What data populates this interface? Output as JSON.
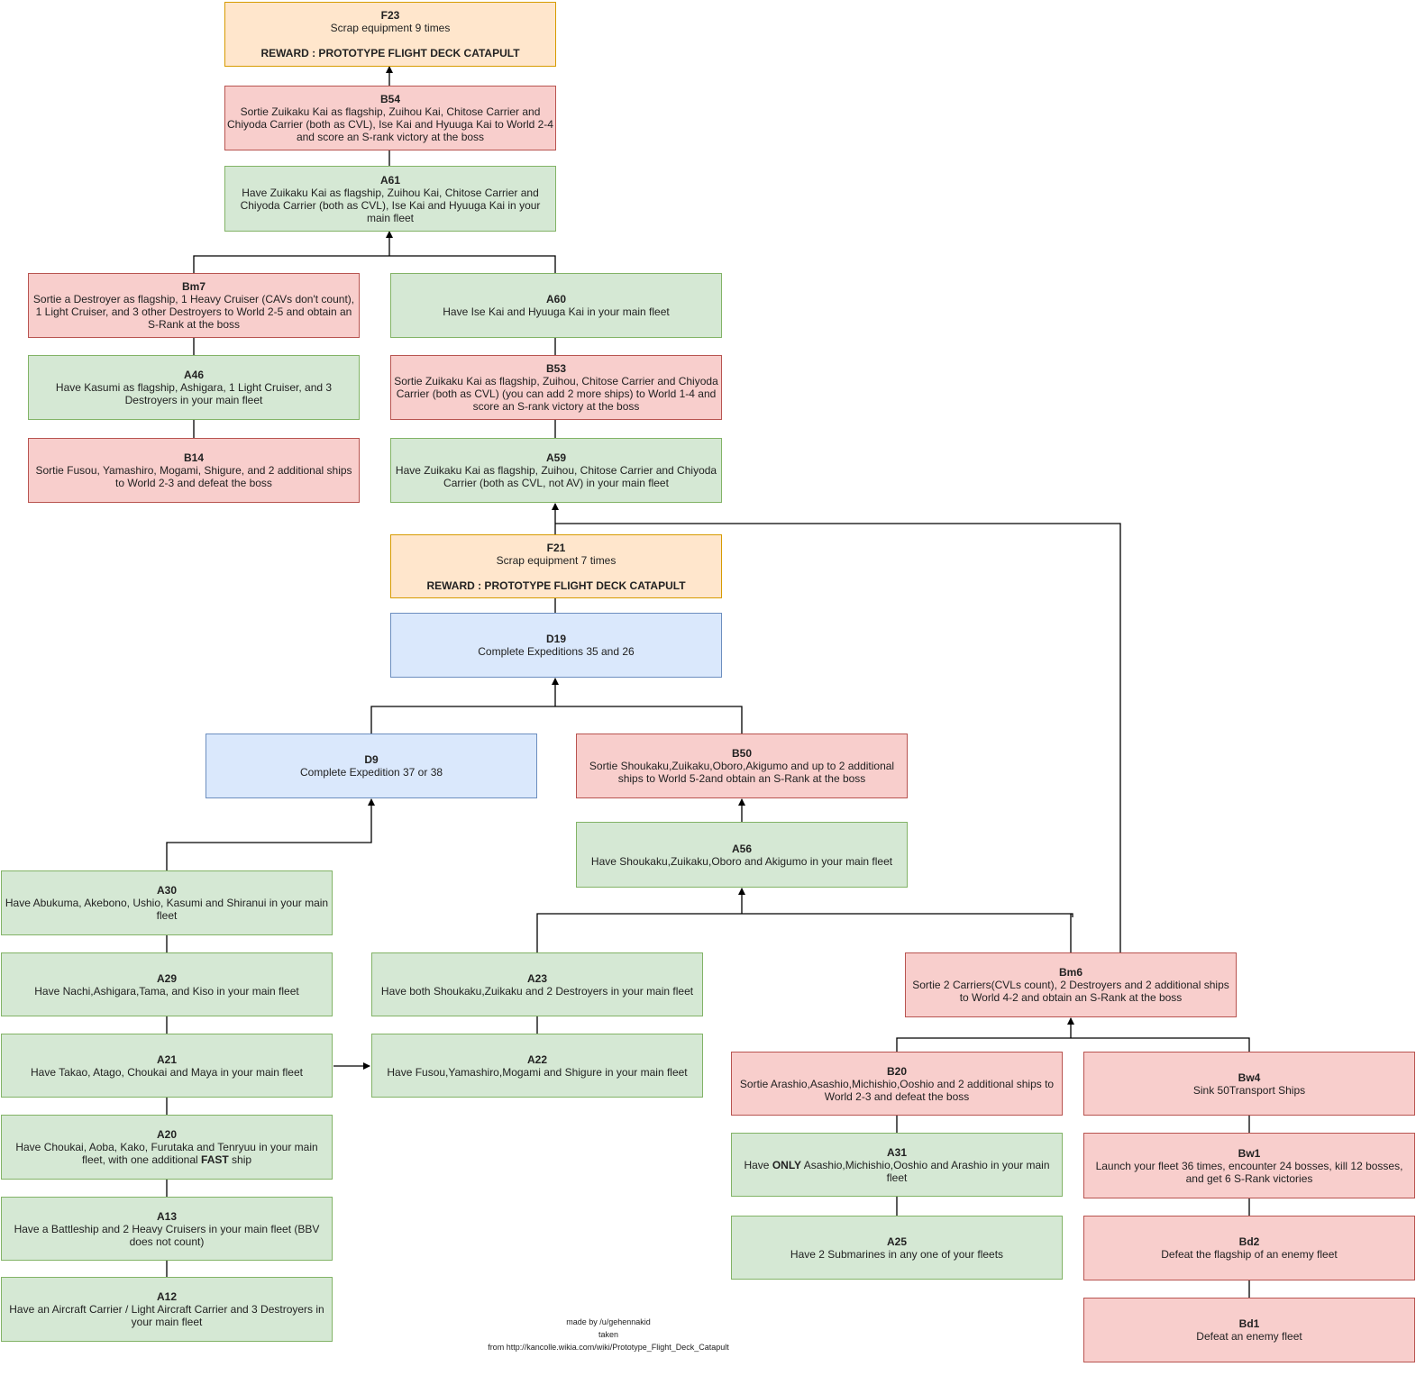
{
  "nodes": {
    "F23": {
      "id": "F23",
      "desc": "Scrap equipment 9 times",
      "reward": "REWARD : PROTOTYPE FLIGHT DECK CATAPULT"
    },
    "B54": {
      "id": "B54",
      "desc": "Sortie Zuikaku Kai as flagship, Zuihou Kai, Chitose Carrier and Chiyoda Carrier (both as CVL), Ise Kai and Hyuuga Kai to World 2-4 and score an S-rank victory at the boss"
    },
    "A61": {
      "id": "A61",
      "desc": "Have Zuikaku Kai as flagship, Zuihou Kai, Chitose Carrier and Chiyoda Carrier (both as CVL), Ise Kai and Hyuuga Kai in your main fleet"
    },
    "Bm7": {
      "id": "Bm7",
      "desc": "Sortie a Destroyer as flagship, 1 Heavy Cruiser (CAVs don't count), 1 Light Cruiser, and 3 other Destroyers to World 2-5 and obtain an S-Rank at the boss"
    },
    "A60": {
      "id": "A60",
      "desc": "Have Ise Kai and Hyuuga Kai in your main fleet"
    },
    "A46": {
      "id": "A46",
      "desc": "Have Kasumi as flagship, Ashigara, 1 Light Cruiser, and 3 Destroyers in your main fleet"
    },
    "B53": {
      "id": "B53",
      "desc": "Sortie Zuikaku Kai as flagship, Zuihou, Chitose Carrier and Chiyoda Carrier (both as CVL) (you can add 2 more ships) to World 1-4 and score an S-rank victory at the boss"
    },
    "B14": {
      "id": "B14",
      "desc": "Sortie Fusou, Yamashiro, Mogami, Shigure, and 2 additional ships to World 2-3 and defeat the boss"
    },
    "A59": {
      "id": "A59",
      "desc": "Have Zuikaku Kai as flagship, Zuihou, Chitose Carrier and Chiyoda Carrier (both as CVL, not AV) in your main fleet"
    },
    "F21": {
      "id": "F21",
      "desc": "Scrap equipment 7 times",
      "reward": "REWARD : PROTOTYPE FLIGHT DECK CATAPULT"
    },
    "D19": {
      "id": "D19",
      "desc": "Complete Expeditions 35 and 26"
    },
    "D9": {
      "id": "D9",
      "desc": "Complete Expedition 37 or 38"
    },
    "B50": {
      "id": "B50",
      "desc": "Sortie Shoukaku,Zuikaku,Oboro,Akigumo and up to 2 additional ships to World 5-2and obtain an S-Rank at the boss"
    },
    "A56": {
      "id": "A56",
      "desc": "Have Shoukaku,Zuikaku,Oboro and Akigumo in your main fleet"
    },
    "A30": {
      "id": "A30",
      "desc": "Have Abukuma, Akebono, Ushio, Kasumi and Shiranui in your main fleet"
    },
    "A29": {
      "id": "A29",
      "desc": "Have Nachi,Ashigara,Tama, and Kiso in your main fleet"
    },
    "A23": {
      "id": "A23",
      "desc": "Have both Shoukaku,Zuikaku and 2 Destroyers in your main fleet"
    },
    "Bm6": {
      "id": "Bm6",
      "desc": "Sortie 2 Carriers(CVLs count), 2 Destroyers and 2 additional ships to World 4-2 and obtain an S-Rank at the boss"
    },
    "A21": {
      "id": "A21",
      "desc": "Have Takao, Atago, Choukai and Maya in your main fleet"
    },
    "A22": {
      "id": "A22",
      "desc": "Have Fusou,Yamashiro,Mogami and Shigure in your main fleet"
    },
    "B20": {
      "id": "B20",
      "desc": "Sortie Arashio,Asashio,Michishio,Ooshio and 2 additional ships to World 2-3 and defeat the boss"
    },
    "Bw4": {
      "id": "Bw4",
      "desc": "Sink 50Transport Ships"
    },
    "A20": {
      "id": "A20",
      "desc_before": "Have Choukai, Aoba, Kako, Furutaka and Tenryuu in your main fleet, with one additional ",
      "desc_bold": "FAST",
      "desc_after": " ship"
    },
    "A31": {
      "id": "A31",
      "desc_before": "Have ",
      "desc_bold": "ONLY",
      "desc_after": " Asashio,Michishio,Ooshio and Arashio in your main fleet"
    },
    "Bw1": {
      "id": "Bw1",
      "desc": "Launch your fleet 36 times, encounter 24 bosses, kill 12 bosses, and get 6 S-Rank victories"
    },
    "A13": {
      "id": "A13",
      "desc": "Have a Battleship and 2 Heavy Cruisers in your main fleet (BBV does not count)"
    },
    "A25": {
      "id": "A25",
      "desc": "Have 2 Submarines in any one of your fleets"
    },
    "Bd2": {
      "id": "Bd2",
      "desc": "Defeat the flagship of an enemy fleet"
    },
    "A12": {
      "id": "A12",
      "desc": "Have an Aircraft Carrier / Light Aircraft Carrier and 3 Destroyers in your main fleet"
    },
    "Bd1": {
      "id": "Bd1",
      "desc": "Defeat an enemy fleet"
    }
  },
  "credit": {
    "line1": "made by /u/gehennakid",
    "line2": "taken",
    "line3": "from http://kancolle.wikia.com/wiki/Prototype_Flight_Deck_Catapult"
  },
  "colors": {
    "green_fill": "#d5e8d4",
    "green_border": "#82b366",
    "red_fill": "#f8cecc",
    "red_border": "#b85450",
    "blue_fill": "#dae8fc",
    "blue_border": "#6c8ebf",
    "orange_fill": "#ffe6cc",
    "orange_border": "#d79b00",
    "edge": "#000000"
  }
}
